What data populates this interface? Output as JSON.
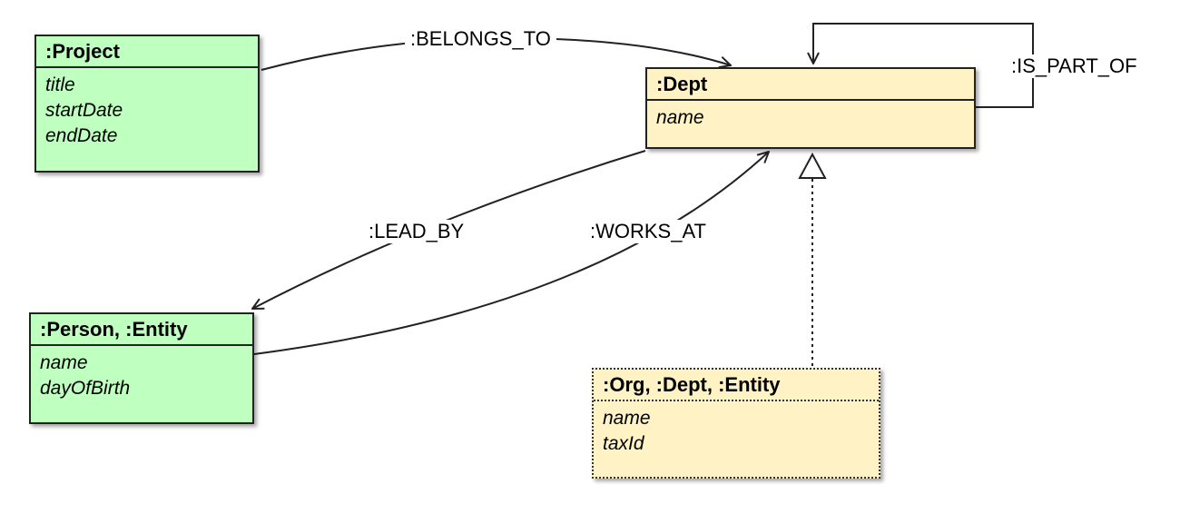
{
  "colors": {
    "node_green": "#bfffbf",
    "node_yellow": "#fff2c4",
    "line": "#222222"
  },
  "nodes": {
    "project": {
      "title": ":Project",
      "attributes": [
        "title",
        "startDate",
        "endDate"
      ]
    },
    "dept": {
      "title": ":Dept",
      "attributes": [
        "name"
      ]
    },
    "person": {
      "title": ":Person, :Entity",
      "attributes": [
        "name",
        "dayOfBirth"
      ]
    },
    "org": {
      "title": ":Org, :Dept, :Entity",
      "attributes": [
        "name",
        "taxId"
      ]
    }
  },
  "edges": {
    "belongs_to": ":BELONGS_TO",
    "is_part_of": ":IS_PART_OF",
    "lead_by": ":LEAD_BY",
    "works_at": ":WORKS_AT"
  }
}
